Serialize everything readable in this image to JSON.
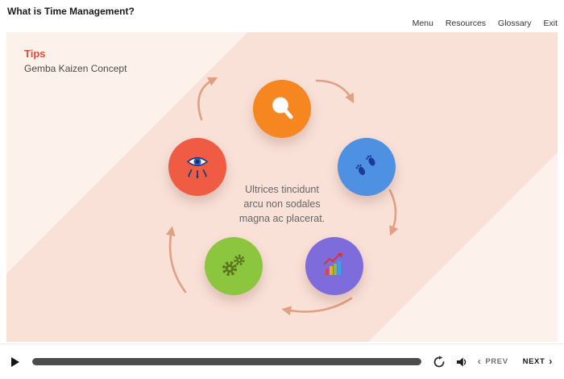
{
  "header": {
    "title": "What is Time Management?",
    "nav": [
      {
        "label": "Menu"
      },
      {
        "label": "Resources"
      },
      {
        "label": "Glossary"
      },
      {
        "label": "Exit"
      }
    ]
  },
  "slide": {
    "title": "Tips",
    "subtitle": "Gemba Kaizen Concept",
    "center_text": "Ultrices tincidunt\narcu non sodales\nmagna ac placerat.",
    "cycle": [
      {
        "icon": "magnifier-icon",
        "color": "#f6861f"
      },
      {
        "icon": "footprints-icon",
        "color": "#4e90e2"
      },
      {
        "icon": "bar-chart-icon",
        "color": "#7e6bdc"
      },
      {
        "icon": "gears-icon",
        "color": "#8cc63f"
      },
      {
        "icon": "eye-icon",
        "color": "#f05b43"
      }
    ],
    "colors": {
      "background": "#fdf1ec",
      "band": "#f9e1d8",
      "title_accent": "#d84e37",
      "arrows": "#dfa083"
    }
  },
  "player": {
    "progress_percent": 100,
    "prev_chevron": "‹",
    "prev_label": "PREV",
    "next_label": "NEXT",
    "next_chevron": "›"
  }
}
